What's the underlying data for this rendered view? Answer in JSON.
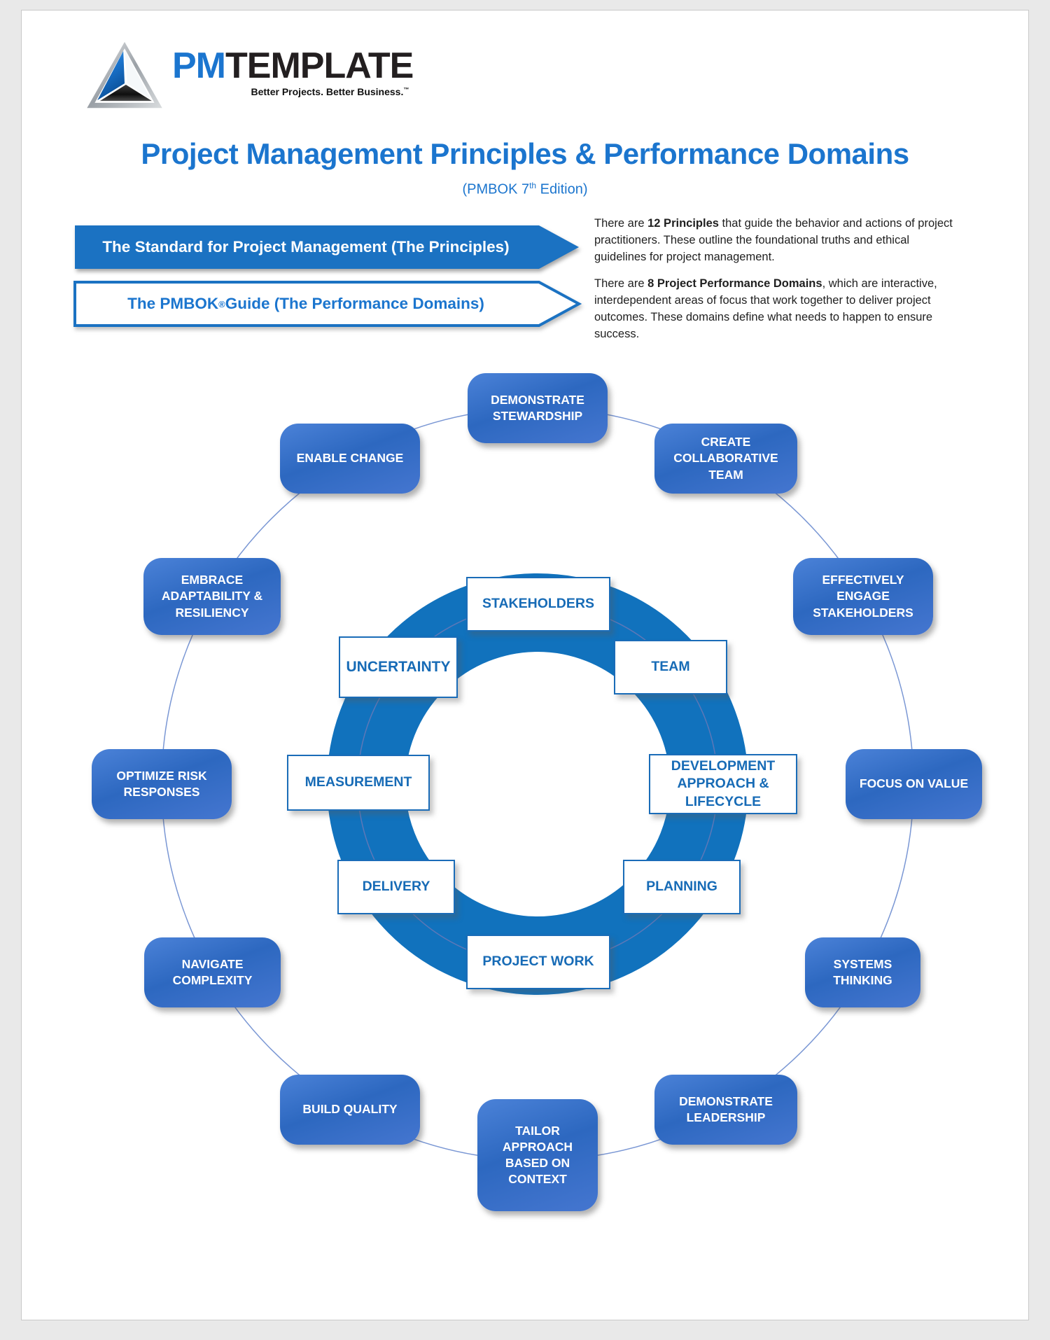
{
  "logo": {
    "brand_bold": "PM",
    "brand_rest": "TEMPLATE",
    "tagline": "Better Projects. Better Business.",
    "tagline_tm": "™"
  },
  "header": {
    "title": "Project Management Principles & Performance Domains",
    "subtitle_pre": "(PMBOK 7",
    "subtitle_sup": "th",
    "subtitle_post": " Edition)"
  },
  "banners": {
    "principles_label": "The Standard for Project Management (The Principles)",
    "pmbok_pre": "The PMBOK",
    "pmbok_sup": "®",
    "pmbok_post": " Guide (The Performance Domains)"
  },
  "intro": {
    "p1_pre": "There are ",
    "p1_bold": "12 Principles",
    "p1_post": " that guide the behavior and actions of project practitioners. These outline the foundational truths and ethical guidelines for project management.",
    "p2_pre": "There are ",
    "p2_bold": "8 Project Performance Domains",
    "p2_post": ", which are interactive, interdependent areas of focus that work together to deliver project outcomes. These domains define what needs to happen to ensure success."
  },
  "diagram": {
    "principles": [
      {
        "label": "DEMONSTRATE STEWARDSHIP"
      },
      {
        "label": "CREATE COLLABORATIVE TEAM"
      },
      {
        "label": "EFFECTIVELY ENGAGE STAKEHOLDERS"
      },
      {
        "label": "FOCUS ON VALUE"
      },
      {
        "label": "SYSTEMS THINKING"
      },
      {
        "label": "DEMONSTRATE LEADERSHIP"
      },
      {
        "label": "TAILOR APPROACH BASED ON CONTEXT"
      },
      {
        "label": "BUILD QUALITY"
      },
      {
        "label": "NAVIGATE COMPLEXITY"
      },
      {
        "label": "OPTIMIZE RISK RESPONSES"
      },
      {
        "label": "EMBRACE ADAPTABILITY & RESILIENCY"
      },
      {
        "label": "ENABLE CHANGE"
      }
    ],
    "domains": [
      {
        "label": "STAKEHOLDERS"
      },
      {
        "label": "TEAM"
      },
      {
        "label": "DEVELOPMENT APPROACH & LIFECYCLE"
      },
      {
        "label": "PLANNING"
      },
      {
        "label": "PROJECT WORK"
      },
      {
        "label": "DELIVERY"
      },
      {
        "label": "MEASUREMENT"
      },
      {
        "label": "UNCERTAINTY"
      }
    ]
  },
  "colors": {
    "accent_blue": "#1b72c2",
    "title_blue": "#1b75ce",
    "ring_blue": "#1172bd",
    "box_gradient_light": "#4b82d8",
    "box_gradient_dark": "#2d68c0"
  }
}
